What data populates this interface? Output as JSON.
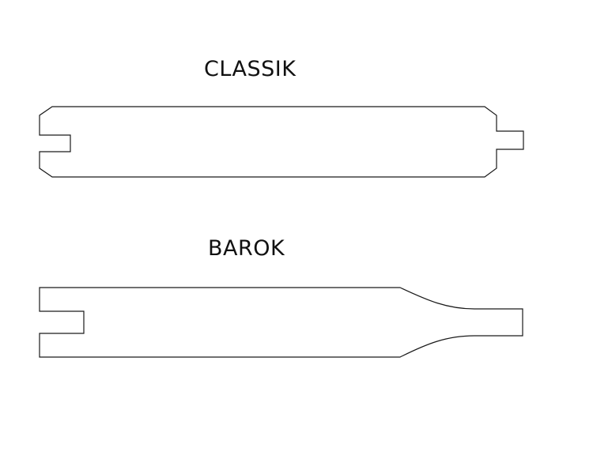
{
  "profiles": [
    {
      "id": "classik",
      "label": "CLASSIK"
    },
    {
      "id": "barok",
      "label": "BAROK"
    }
  ]
}
